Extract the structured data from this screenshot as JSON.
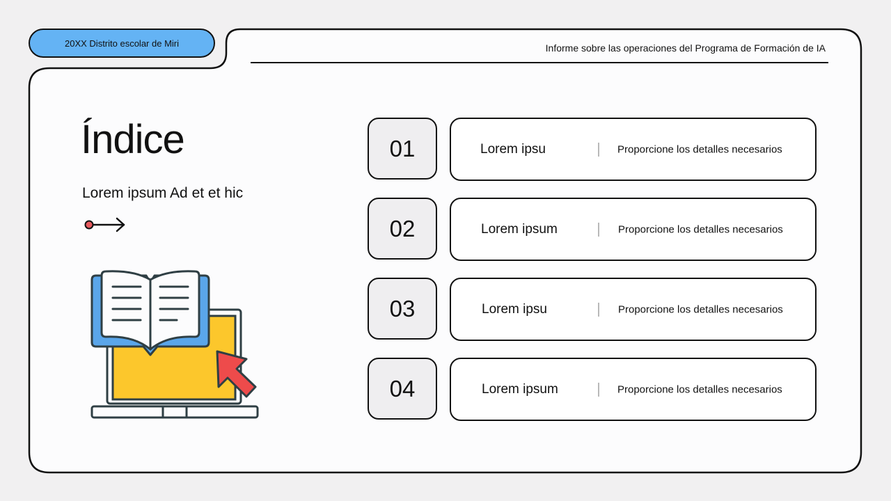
{
  "header": {
    "tag": "20XX Distrito escolar de Miri",
    "report_title": "Informe sobre las operaciones del Programa de Formación de IA"
  },
  "index": {
    "title": "Índice",
    "subtitle": "Lorem ipsum Ad et et hic"
  },
  "items": [
    {
      "number": "01",
      "name": "Lorem ipsu",
      "detail": "Proporcione los detalles necesarios"
    },
    {
      "number": "02",
      "name": "Lorem ipsum",
      "detail": "Proporcione los detalles necesarios"
    },
    {
      "number": "03",
      "name": "Lorem ipsu",
      "detail": "Proporcione los detalles necesarios"
    },
    {
      "number": "04",
      "name": "Lorem ipsum",
      "detail": "Proporcione los detalles necesarios"
    }
  ],
  "colors": {
    "background": "#f1f0f1",
    "panel": "#fcfcfd",
    "tag_blue": "#64b3f4",
    "number_box": "#efeef0",
    "arrow_dot": "#e85a5e",
    "illustration_yellow": "#fcc72c",
    "illustration_blue": "#5aa6ea",
    "illustration_red": "#ee4b4b"
  },
  "icons": {
    "arrow": "arrow-right-icon",
    "illustration": "book-laptop-icon"
  }
}
